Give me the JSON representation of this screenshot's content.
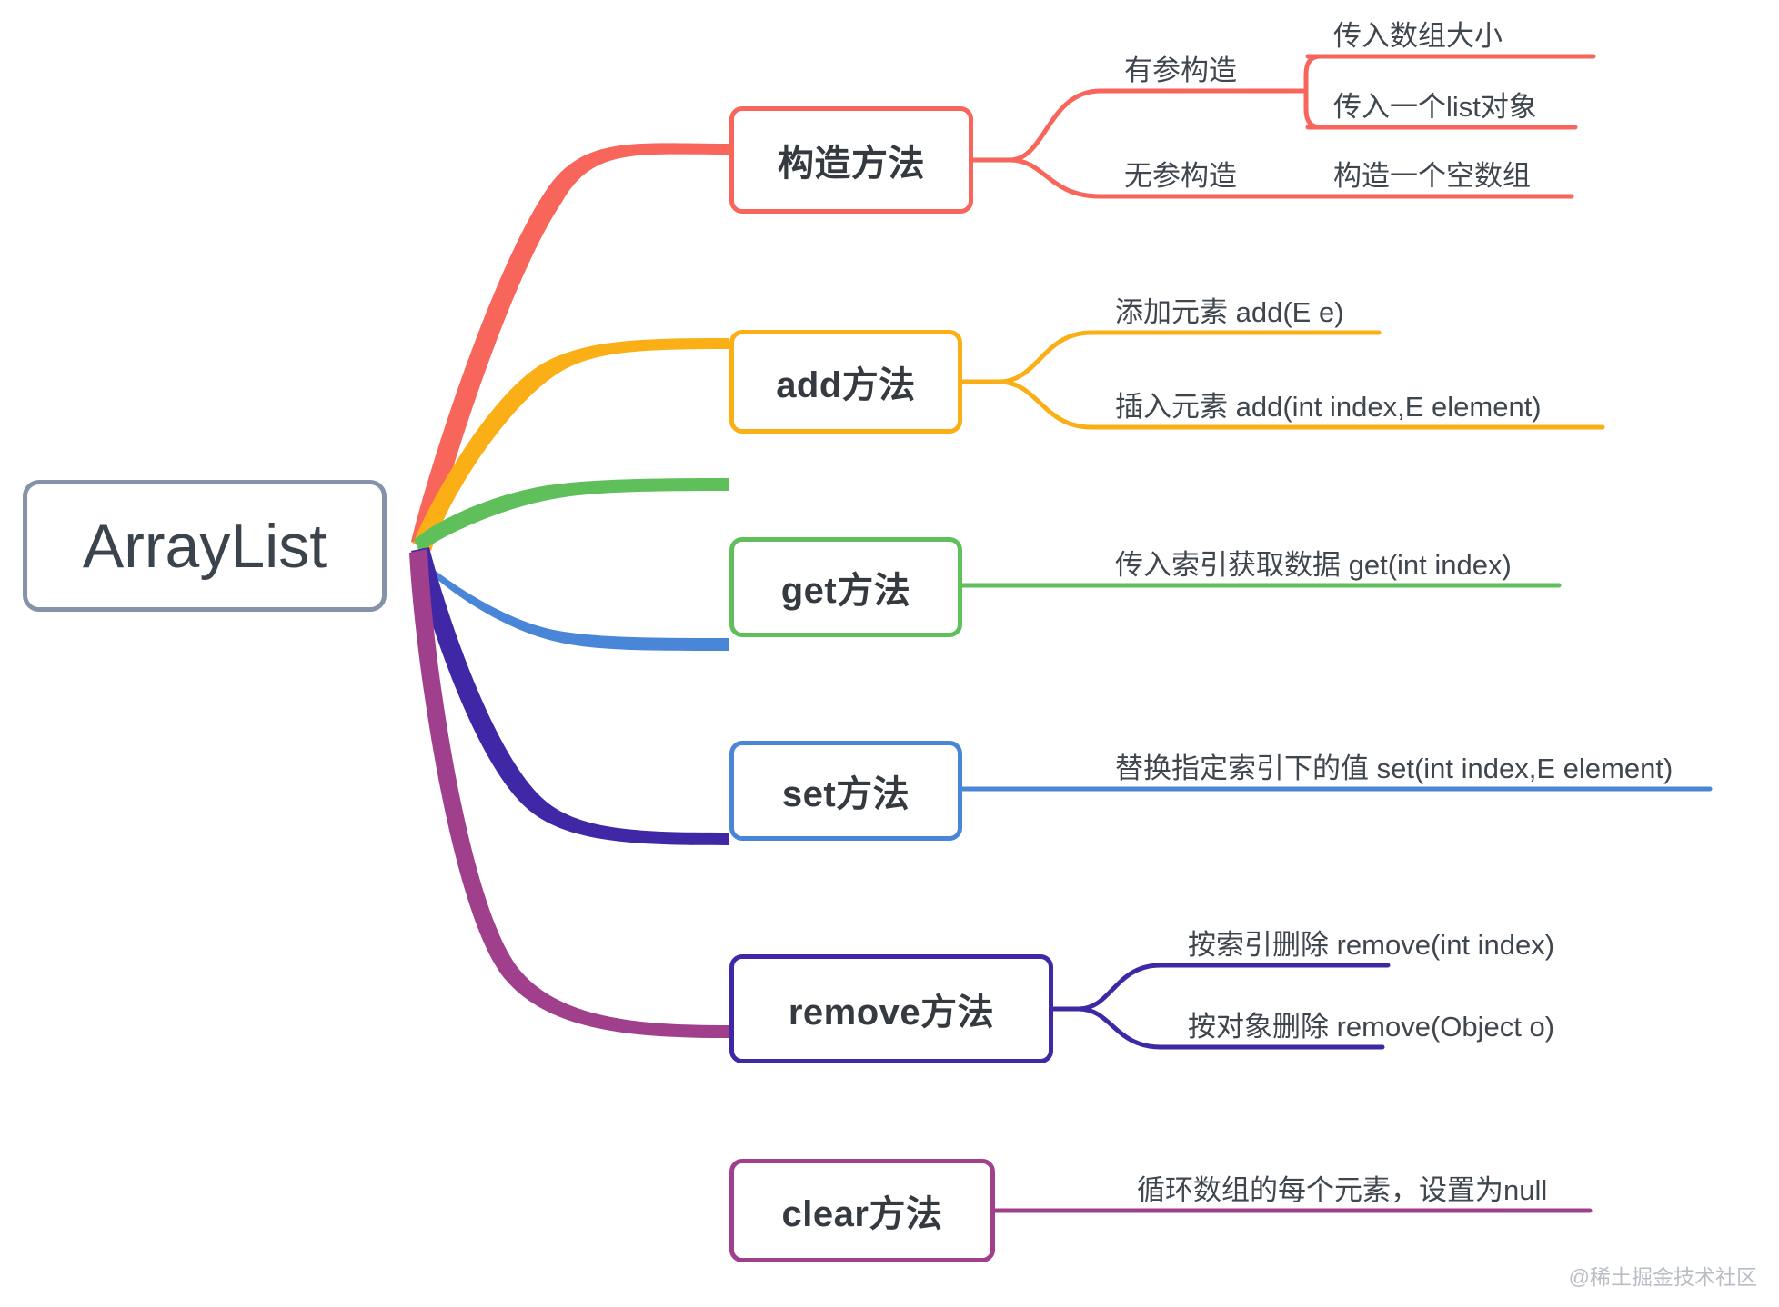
{
  "diagram": {
    "title": "ArrayList",
    "type": "mind-map",
    "background_color": "#ffffff",
    "root": {
      "label": "ArrayList",
      "border_color": "#8593a8",
      "text_color": "#3b434d"
    },
    "branches": [
      {
        "label": "构造方法",
        "color": "#f8655a",
        "children": [
          {
            "label": "有参构造",
            "children": [
              {
                "label": "传入数组大小"
              },
              {
                "label": "传入一个list对象"
              }
            ]
          },
          {
            "label": "无参构造",
            "children": [
              {
                "label": "构造一个空数组"
              }
            ]
          }
        ]
      },
      {
        "label": "add方法",
        "color": "#fbaf17",
        "children": [
          {
            "label": "添加元素  add(E e)"
          },
          {
            "label": "插入元素  add(int index,E element)"
          }
        ]
      },
      {
        "label": "get方法",
        "color": "#5fbf5a",
        "children": [
          {
            "label": "传入索引获取数据  get(int index)"
          }
        ]
      },
      {
        "label": "set方法",
        "color": "#4a86d8",
        "children": [
          {
            "label": "替换指定索引下的值  set(int index,E element)"
          }
        ]
      },
      {
        "label": "remove方法",
        "color": "#3f27a5",
        "children": [
          {
            "label": "按索引删除  remove(int index)"
          },
          {
            "label": "按对象删除  remove(Object o)"
          }
        ]
      },
      {
        "label": "clear方法",
        "color": "#a03f8c",
        "children": [
          {
            "label": "循环数组的每个元素，设置为null"
          }
        ]
      }
    ]
  },
  "watermark": {
    "text": "@稀土掘金技术社区"
  }
}
